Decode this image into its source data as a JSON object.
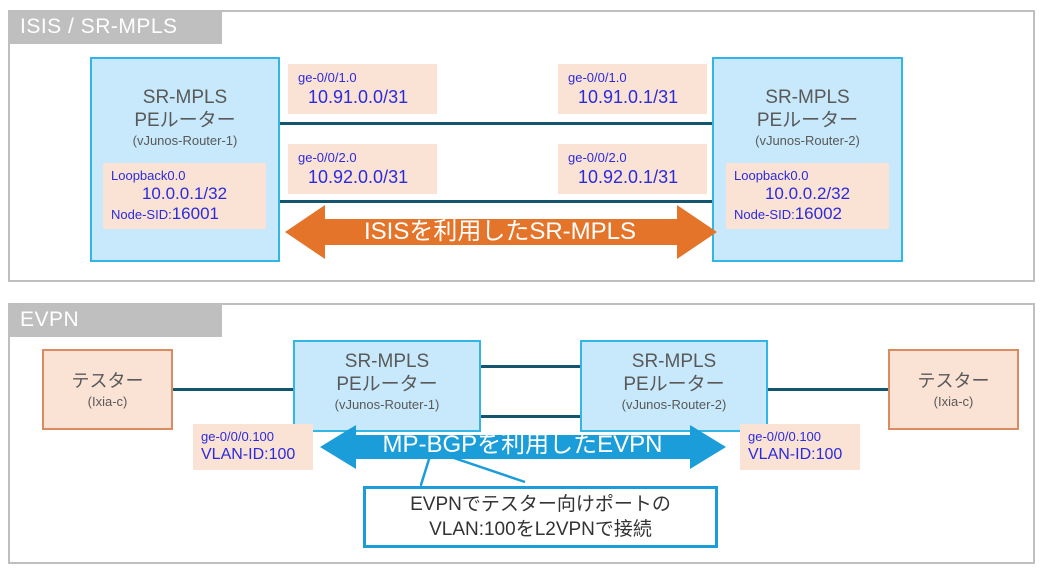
{
  "colors": {
    "panel_border": "#bfbfbf",
    "panel_title_bg": "#bfbfbf",
    "router_fill": "#c7e9fb",
    "router_border": "#34b5e8",
    "label_fill": "#fae2d5",
    "label_text": "#2b2bdd",
    "tester_border": "#d98b62",
    "link_line": "#14556e",
    "arrow_isis": "#e3742a",
    "arrow_evpn": "#1a9dd9",
    "callout_border": "#1a9dd9",
    "box_text": "#595959"
  },
  "panels": [
    {
      "id": "isis",
      "title": "ISIS / SR-MPLS"
    },
    {
      "id": "evpn",
      "title": "EVPN"
    }
  ],
  "isis": {
    "router_1": {
      "line1": "SR-MPLS",
      "line2": "PEルーター",
      "line3": "(vJunos-Router-1)",
      "loopback": {
        "name": "Loopback0.0",
        "ip": "10.0.0.1/32",
        "sid_label": "Node-SID:",
        "sid_value": "16001"
      }
    },
    "router_2": {
      "line1": "SR-MPLS",
      "line2": "PEルーター",
      "line3": "(vJunos-Router-2)",
      "loopback": {
        "name": "Loopback0.0",
        "ip": "10.0.0.2/32",
        "sid_label": "Node-SID:",
        "sid_value": "16002"
      }
    },
    "interfaces": [
      {
        "id": "left-1",
        "name": "ge-0/0/1.0",
        "ip": "10.91.0.0/31"
      },
      {
        "id": "left-2",
        "name": "ge-0/0/2.0",
        "ip": "10.92.0.0/31"
      },
      {
        "id": "right-1",
        "name": "ge-0/0/1.0",
        "ip": "10.91.0.1/31"
      },
      {
        "id": "right-2",
        "name": "ge-0/0/2.0",
        "ip": "10.92.0.1/31"
      }
    ],
    "arrow_label": "ISISを利用したSR-MPLS"
  },
  "evpn": {
    "tester_left": {
      "line1": "テスター",
      "line2": "(Ixia-c)"
    },
    "tester_right": {
      "line1": "テスター",
      "line2": "(Ixia-c)"
    },
    "router_1": {
      "line1": "SR-MPLS",
      "line2": "PEルーター",
      "line3": "(vJunos-Router-1)"
    },
    "router_2": {
      "line1": "SR-MPLS",
      "line2": "PEルーター",
      "line3": "(vJunos-Router-2)"
    },
    "interfaces": [
      {
        "id": "evpn-left",
        "name": "ge-0/0/0.100",
        "vlan": "VLAN-ID:100"
      },
      {
        "id": "evpn-right",
        "name": "ge-0/0/0.100",
        "vlan": "VLAN-ID:100"
      }
    ],
    "arrow_label": "MP-BGPを利用したEVPN",
    "callout": {
      "line1": "EVPNでテスター向けポートの",
      "line2": "VLAN:100をL2VPNで接続"
    }
  }
}
